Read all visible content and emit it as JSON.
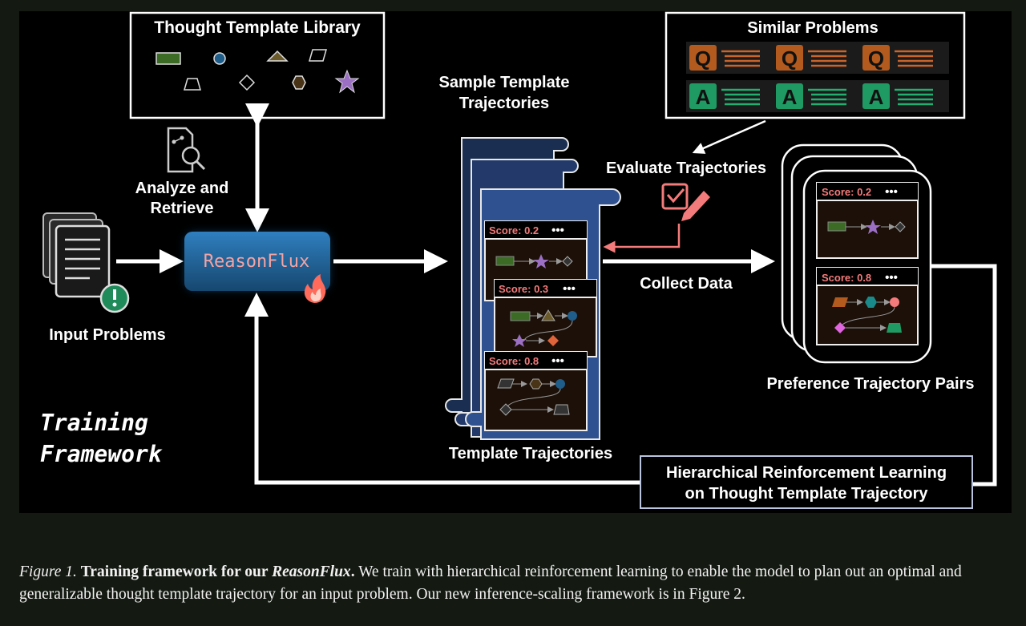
{
  "diagram": {
    "library_title": "Thought Template Library",
    "similar_title": "Similar Problems",
    "q_letter": "Q",
    "a_letter": "A",
    "sample_line1": "Sample Template",
    "sample_line2": "Trajectories",
    "analyze_line1": "Analyze and",
    "analyze_line2": "Retrieve",
    "model_name": "ReasonFlux",
    "input_label": "Input Problems",
    "evaluate_label": "Evaluate Trajectories",
    "collect_label": "Collect Data",
    "template_traj_label": "Template Trajectories",
    "preference_label": "Preference Trajectory Pairs",
    "training_line1": "Training",
    "training_line2": "Framework",
    "hrl_line1": "Hierarchical Reinforcement Learning",
    "hrl_line2": "on Thought Template Trajectory",
    "scores": {
      "traj_1": "Score: 0.2",
      "traj_2": "Score: 0.3",
      "traj_3": "Score: 0.8",
      "pair_1": "Score: 0.2",
      "pair_2": "Score: 0.8"
    },
    "dots": "•••",
    "colors": {
      "accent_red": "#f47b7b",
      "navy": "#2a4a7f",
      "model_blue": "#1d5a8c",
      "q_orange": "#b35a1f",
      "a_green": "#1f9a63"
    }
  },
  "caption": {
    "fig_label": "Figure 1.",
    "bold_text": "Training framework for our",
    "bold_italic": "ReasonFlux",
    "bold_end": ".",
    "text": "We train with hierarchical reinforcement learning to enable the model to plan out an optimal and generalizable thought template trajectory for an input problem. Our new inference-scaling framework is in Figure 2."
  }
}
